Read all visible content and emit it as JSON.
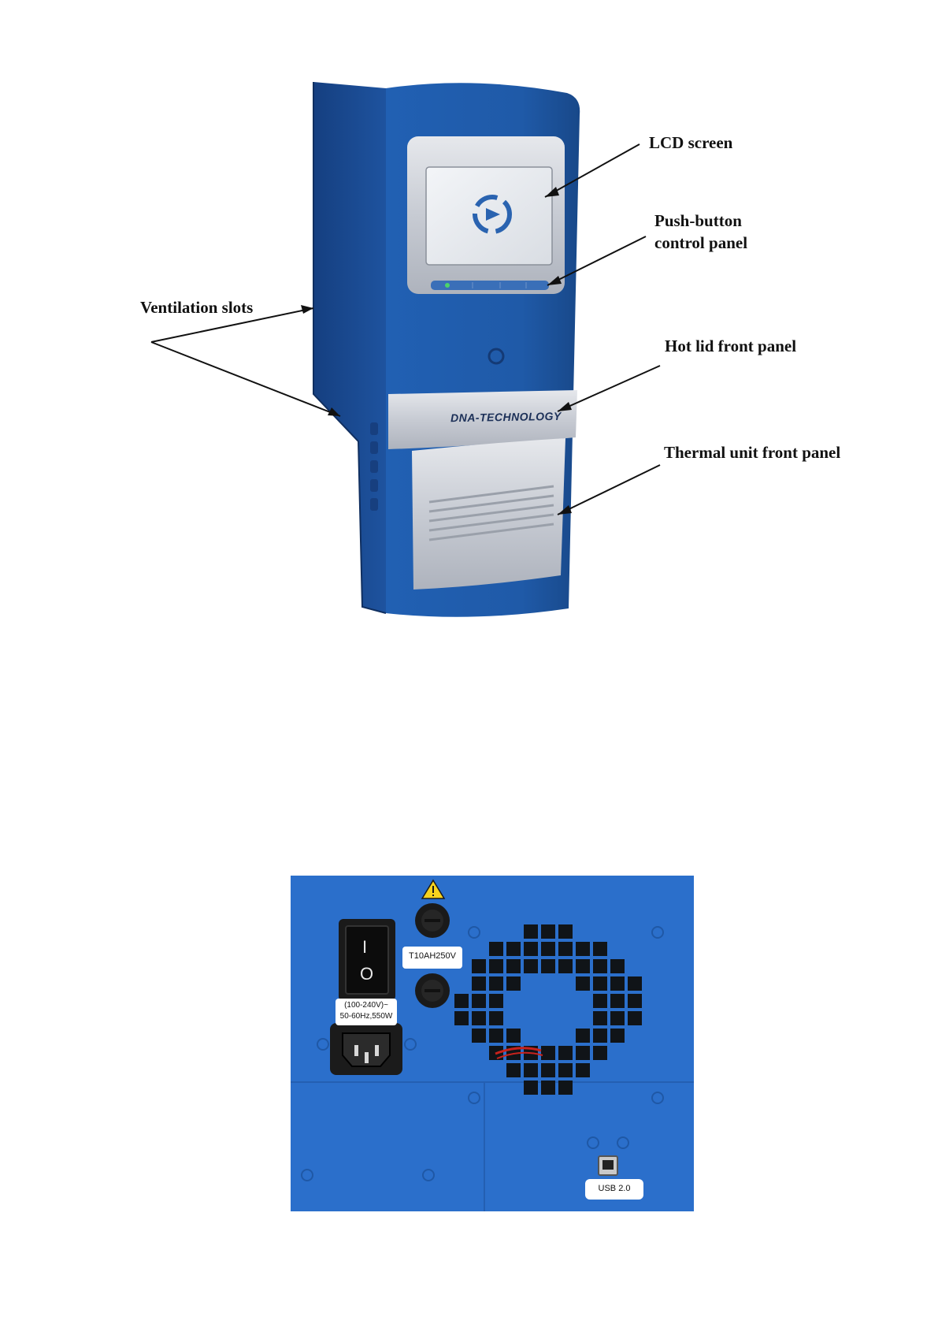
{
  "labels": {
    "lcd_screen": "LCD screen",
    "push_button_line1": "Push-button",
    "push_button_line2": "control panel",
    "ventilation_slots": "Ventilation slots",
    "hot_lid": "Hot lid front panel",
    "thermal_unit": "Thermal unit front panel"
  },
  "device": {
    "brand": "DNA-TECHNOLOGY"
  },
  "rear_panel": {
    "fuse_rating": "T10AH250V",
    "power_line1": "(100-240V)~",
    "power_line2": "50-60Hz,550W",
    "usb_label": "USB 2.0",
    "switch_on": "I",
    "switch_off": "O"
  },
  "colors": {
    "device_blue": "#1d4f9a",
    "panel_blue": "#2a6ecb",
    "silver": "#c8ccd4"
  },
  "icons": [
    "warning-icon",
    "arrow-icon",
    "fan-grille-icon",
    "usb-port-icon",
    "power-socket-icon"
  ]
}
